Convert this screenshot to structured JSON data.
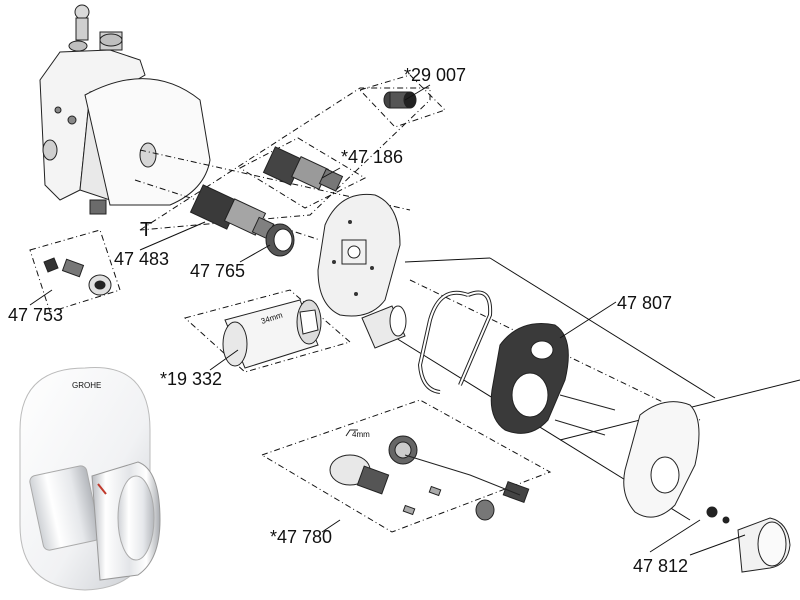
{
  "diagram": {
    "parts": {
      "p29007": "*29 007",
      "p47186": "*47 186",
      "p47483": "47 483",
      "p47765": "47 765",
      "p47753": "47 753",
      "p19332": "*19 332",
      "p47807": "47 807",
      "p47780": "*47 780",
      "p47812": "47 812"
    },
    "small_labels": {
      "wrench_34": "34mm",
      "wrench_4": "4mm",
      "brand": "GROHE"
    },
    "marker_T": "T"
  },
  "colors": {
    "line": "#111111",
    "body_fill": "#f2f2f2",
    "dark_part": "#3a3a3a",
    "chrome": "#e9eaec"
  }
}
